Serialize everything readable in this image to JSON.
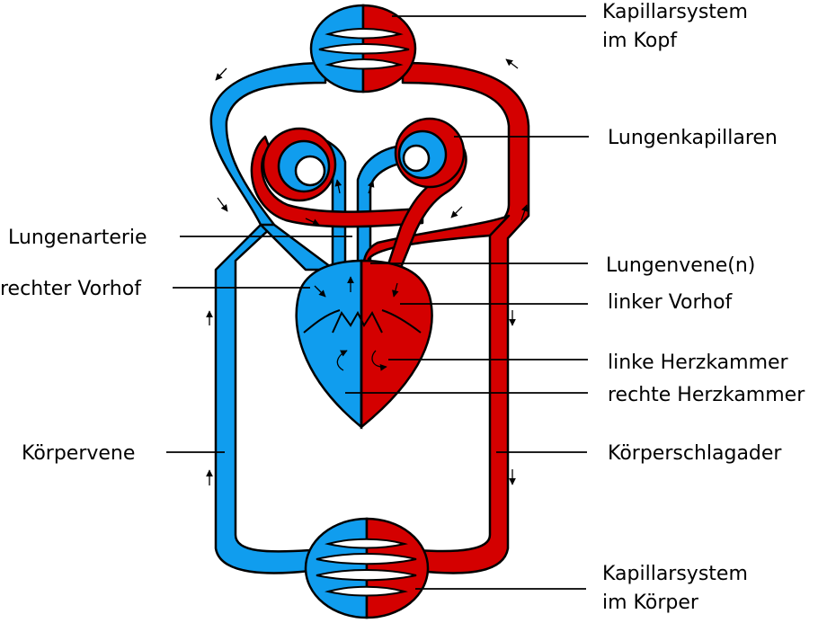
{
  "colors": {
    "venous": "#109dee",
    "arterial": "#d40000",
    "outline": "#000000",
    "background": "#ffffff"
  },
  "labels": {
    "head_capillaries": [
      "Kapillarsystem",
      "im Kopf"
    ],
    "lung_capillaries": "Lungenkapillaren",
    "pulmonary_artery": "Lungenarterie",
    "pulmonary_veins": "Lungenvene(n)",
    "right_atrium": "rechter Vorhof",
    "left_atrium": "linker Vorhof",
    "left_ventricle": "linke Herzkammer",
    "right_ventricle": "rechte Herzkammer",
    "systemic_vein": "Körpervene",
    "systemic_artery": "Körperschlagader",
    "body_capillaries": [
      "Kapillarsystem",
      "im Körper"
    ]
  }
}
